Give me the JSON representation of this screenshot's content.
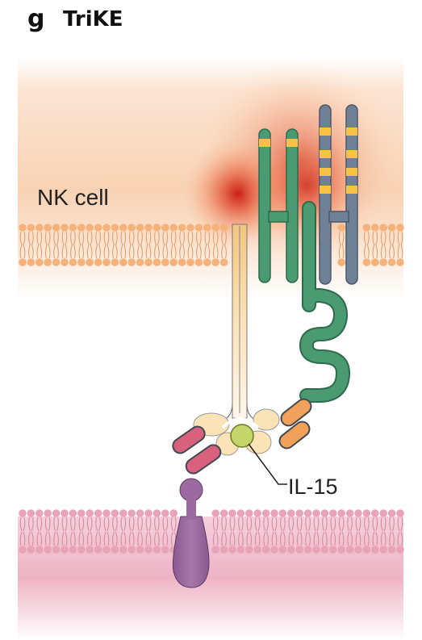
{
  "panel": {
    "letter": "g",
    "title": "TriKE"
  },
  "labels": {
    "nk_cell": "NK cell",
    "il15": "IL-15"
  },
  "colors": {
    "nk_cell_background": "#f6c9a8",
    "nk_membrane": "#f5b27a",
    "target_membrane": "#e9a3b8",
    "target_background": "#e9a7bb",
    "receptor_green": "#4a9a72",
    "receptor_grey": "#6f8196",
    "stripe_yellow": "#f7c244",
    "signal_red": "#d42a1f",
    "scfv_orange": "#f2a15b",
    "scfv_pink": "#d9617e",
    "scfv_cream": "#fbe3b8",
    "il15_green": "#c5d56a",
    "target_antigen_purple": "#9c6aa0"
  },
  "icons": {
    "nk_cell_membrane": "lipid-bilayer",
    "target_cell_membrane": "lipid-bilayer",
    "activating_receptor": "receptor-dimer",
    "antigen": "target-antigen"
  }
}
